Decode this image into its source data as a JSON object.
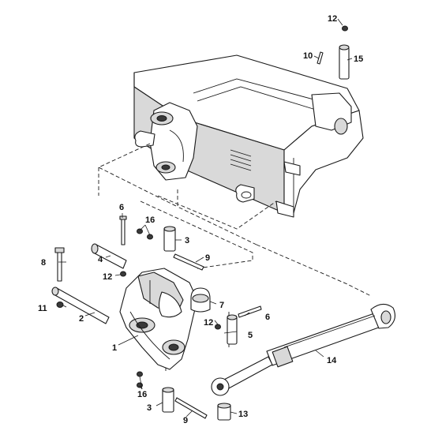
{
  "callouts": {
    "c1": "1",
    "c2": "2",
    "c3a": "3",
    "c3b": "3",
    "c4": "4",
    "c5": "5",
    "c6a": "6",
    "c6b": "6",
    "c7": "7",
    "c8": "8",
    "c9a": "9",
    "c9b": "9",
    "c10": "10",
    "c11": "11",
    "c12a": "12",
    "c12b": "12",
    "c12c": "12",
    "c13": "13",
    "c14": "14",
    "c15": "15",
    "c16a": "16",
    "c16b": "16"
  }
}
